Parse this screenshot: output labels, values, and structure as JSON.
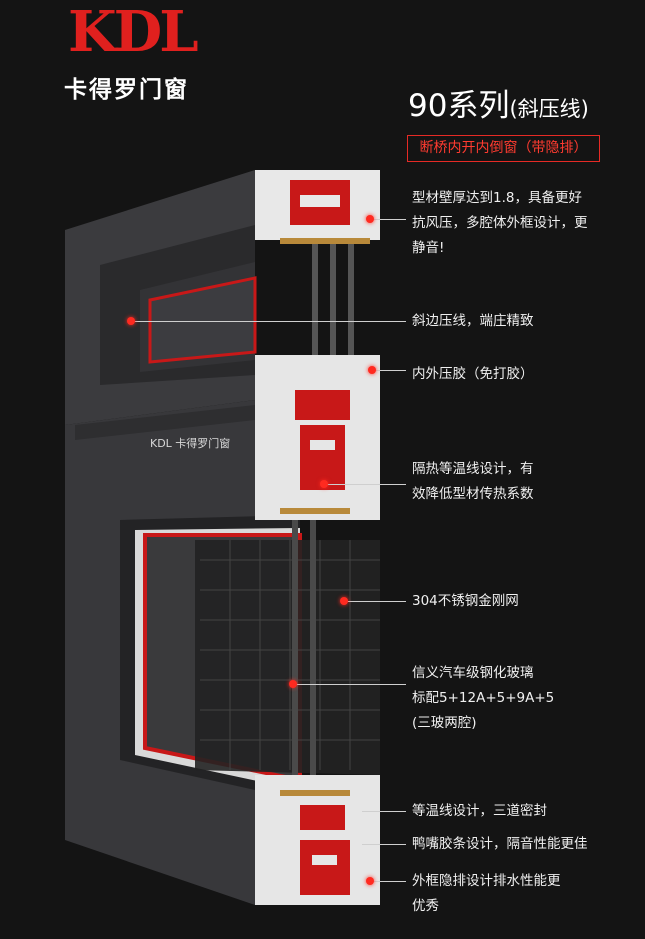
{
  "brand": {
    "logo": "KDL",
    "name": "卡得罗门窗"
  },
  "series": {
    "title": "90系列",
    "subtitle": "(斜压线)"
  },
  "product_badge": "断桥内开内倒窗（带隐排）",
  "embossed_logo": "KDL 卡得罗门窗",
  "features": [
    {
      "lines": [
        "型材壁厚达到1.8，具备更好",
        "抗风压，多腔体外框设计，更",
        "静音!"
      ]
    },
    {
      "lines": [
        "斜边压线，端庄精致"
      ]
    },
    {
      "lines": [
        "内外压胶（免打胶）"
      ]
    },
    {
      "lines": [
        "隔热等温线设计，有",
        "效降低型材传热系数"
      ]
    },
    {
      "lines": [
        "304不锈钢金刚网"
      ]
    },
    {
      "lines": [
        "信义汽车级钢化玻璃",
        "标配5+12A+5+9A+5",
        "(三玻两腔)"
      ]
    },
    {
      "lines": [
        "等温线设计，三道密封"
      ]
    },
    {
      "lines": [
        "鸭嘴胶条设计，隔音性能更佳"
      ]
    },
    {
      "lines": [
        "外框隐排设计排水性能更",
        "优秀"
      ]
    }
  ],
  "colors": {
    "accent": "#e0201e",
    "background": "#141414",
    "frame": "#3a3a3c"
  }
}
